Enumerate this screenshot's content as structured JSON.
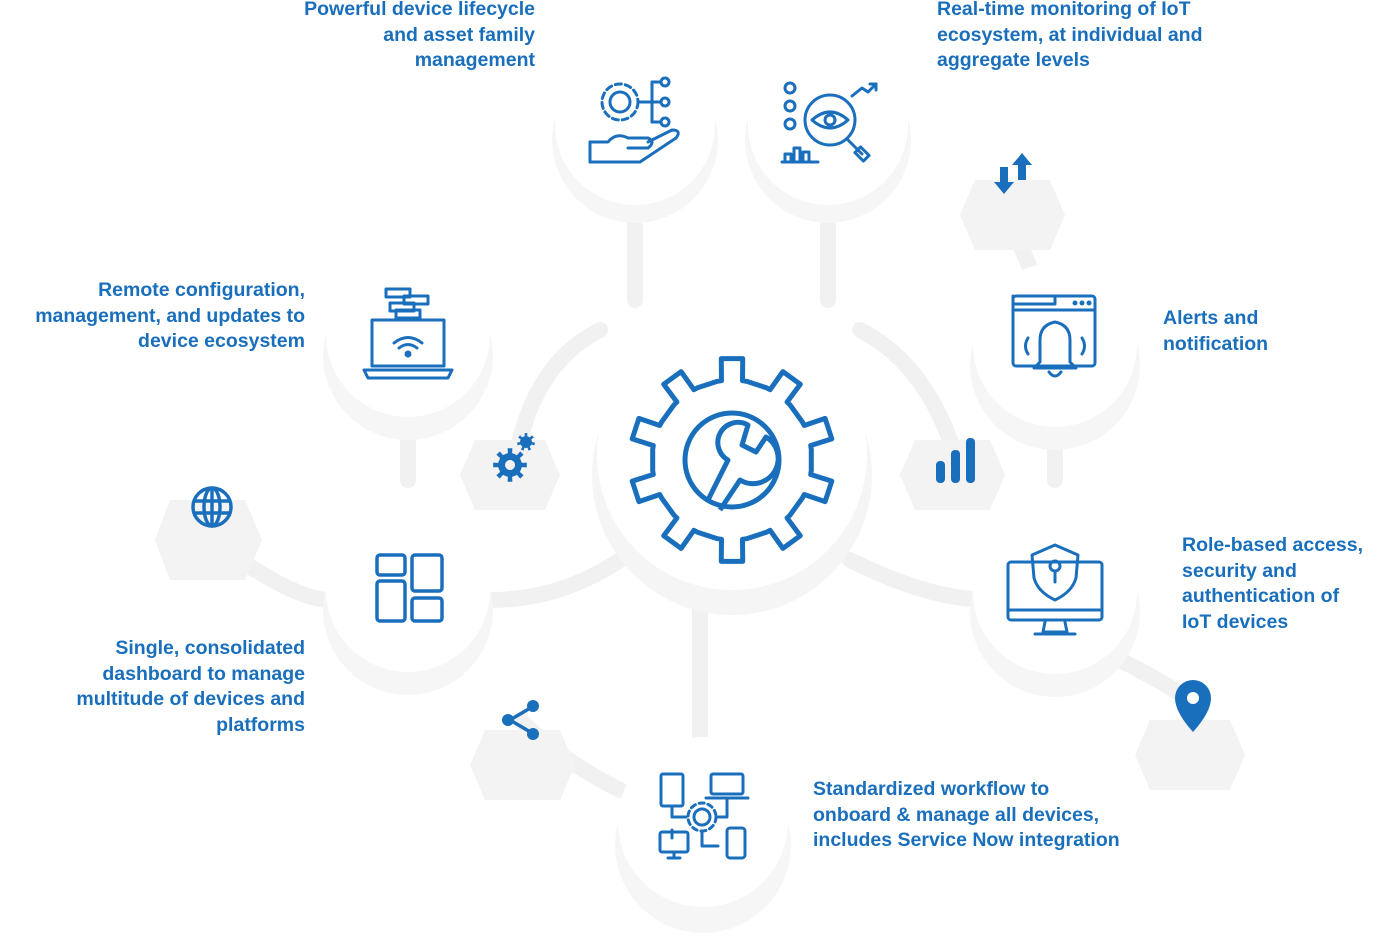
{
  "nodes": {
    "lifecycle": {
      "lines": [
        "Powerful device lifecycle",
        "and asset family",
        "management"
      ],
      "icon": "hand-gear-icon"
    },
    "monitoring": {
      "lines": [
        "Real-time monitoring of IoT",
        "ecosystem, at individual and",
        "aggregate levels"
      ],
      "icon": "eye-search-icon"
    },
    "remote_config": {
      "lines": [
        "Remote configuration,",
        "management, and updates to",
        "device ecosystem"
      ],
      "icon": "laptop-wifi-icon"
    },
    "alerts": {
      "lines": [
        "Alerts and",
        "notification"
      ],
      "icon": "browser-bell-icon"
    },
    "dashboard": {
      "lines": [
        "Single, consolidated",
        "dashboard to manage",
        "multitude of devices and",
        "platforms"
      ],
      "icon": "dashboard-grid-icon"
    },
    "security": {
      "lines": [
        "Role-based access,",
        "security and",
        "authentication of",
        "IoT devices"
      ],
      "icon": "monitor-shield-icon"
    },
    "workflow": {
      "lines": [
        "Standardized workflow to",
        "onboard & manage all devices,",
        "includes Service Now integration"
      ],
      "icon": "device-network-icon"
    }
  },
  "center": {
    "icon": "gear-wrench-icon"
  },
  "small_icons": [
    "arrows-updown-icon",
    "gears-icon",
    "bar-chart-icon",
    "globe-icon",
    "share-icon",
    "location-pin-icon"
  ],
  "colors": {
    "accent": "#1a6fbd",
    "shadow": "#f2f2f2"
  }
}
